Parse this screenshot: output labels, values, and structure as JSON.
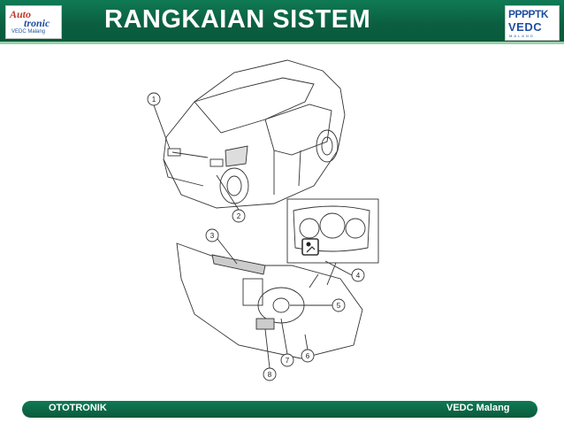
{
  "header": {
    "title": "RANGKAIAN SISTEM",
    "logo_left": {
      "line1": "Auto",
      "line2": "tronic",
      "line3": "VEDC Malang"
    },
    "logo_right": {
      "line1": "PPPPTK",
      "line2": "VEDC",
      "line3": "MALANG"
    }
  },
  "figure": {
    "callouts": [
      "1",
      "2",
      "3",
      "4",
      "5",
      "6",
      "7",
      "8"
    ]
  },
  "footer": {
    "left": "OTOTRONIK",
    "right": "VEDC Malang"
  },
  "colors": {
    "header_green": "#0b5e40",
    "stripe": "#9bd1a9",
    "logo_blue": "#1f4fa0",
    "logo_red": "#c0392b"
  }
}
